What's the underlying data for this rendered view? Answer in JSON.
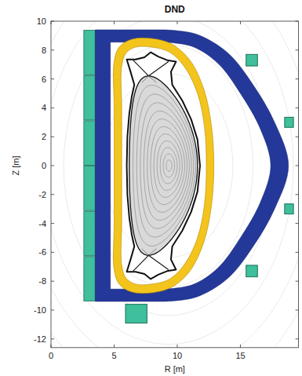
{
  "diagram": {
    "title": "DND",
    "labels": [
      "10",
      "8",
      "6",
      "4",
      "2",
      "0",
      "-2",
      "-4",
      "-6",
      "-8",
      "-10",
      "-12",
      "0",
      "5",
      "10",
      "15",
      "Z [m]",
      "R [m]"
    ]
  }
}
